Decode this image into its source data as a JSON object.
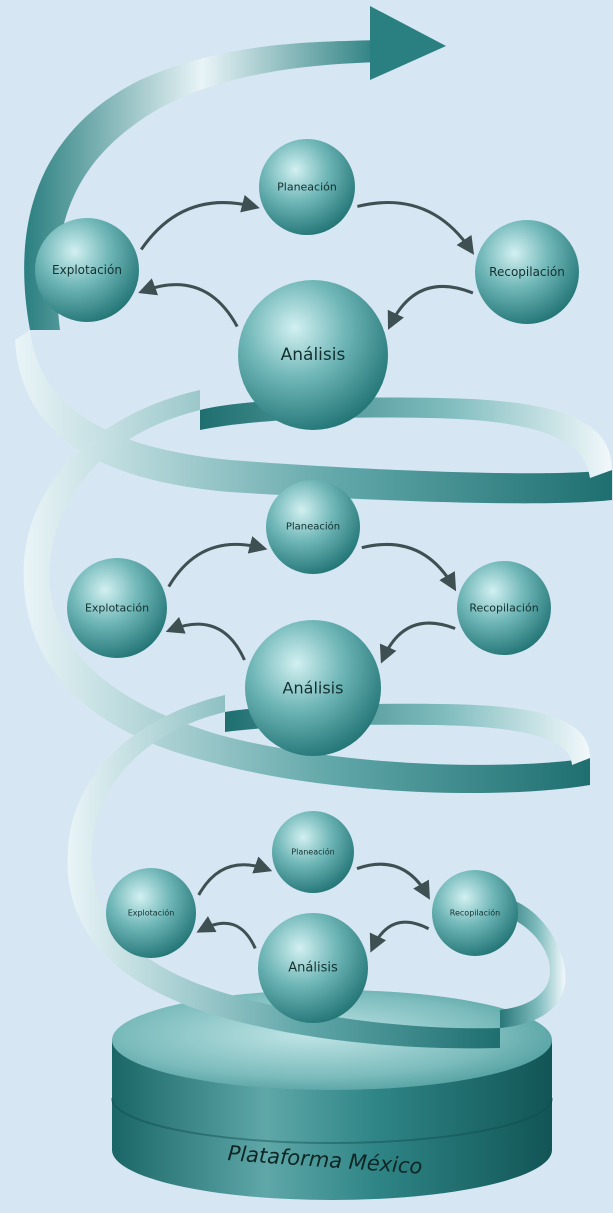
{
  "diagram": {
    "platform_label": "Plataforma México",
    "colors": {
      "background": "#d6e6f3",
      "sphere_dark": "#1c6f70",
      "sphere_light": "#c7eaec",
      "ribbon_dark": "#1f6f70",
      "ribbon_light": "#f1f8fb",
      "arrow": "#3f5052",
      "text": "#14302f"
    },
    "cycles": [
      {
        "name": "upper",
        "nodes": {
          "plan": "Planeación",
          "collect": "Recopilación",
          "analysis": "Análisis",
          "exploit": "Explotación"
        }
      },
      {
        "name": "middle",
        "nodes": {
          "plan": "Planeación",
          "collect": "Recopilación",
          "analysis": "Análisis",
          "exploit": "Explotación"
        }
      },
      {
        "name": "lower",
        "nodes": {
          "plan": "Planeación",
          "collect": "Recopilación",
          "analysis": "Análisis",
          "exploit": "Explotación"
        }
      }
    ]
  }
}
